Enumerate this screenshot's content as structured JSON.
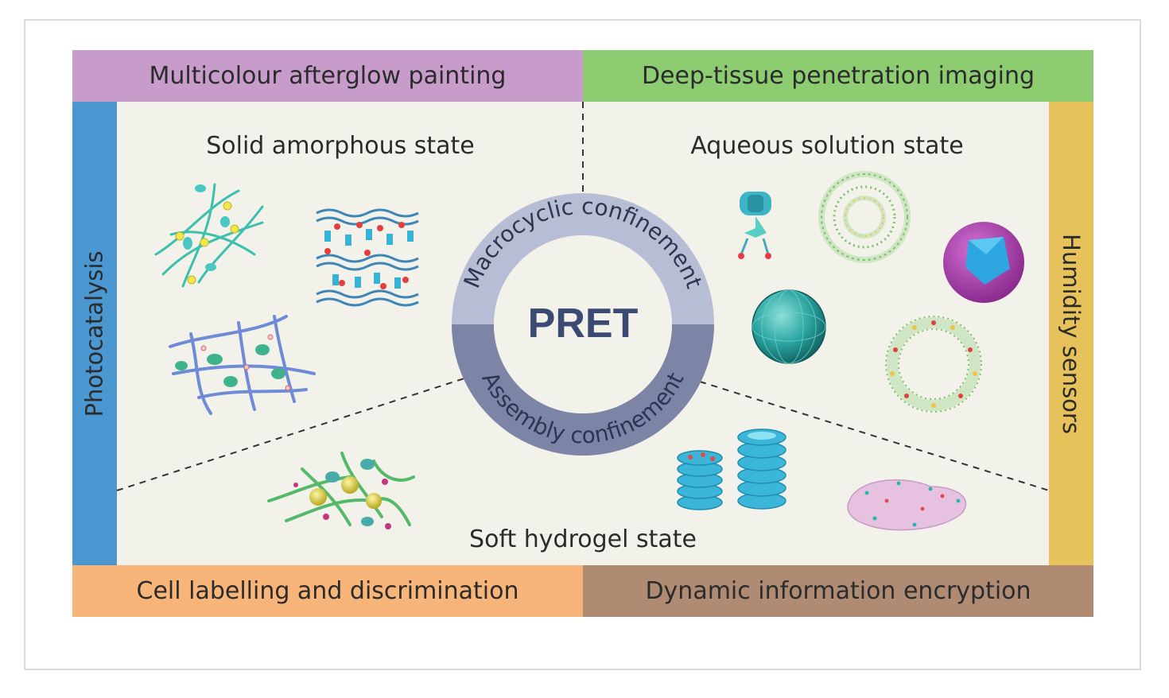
{
  "corners": {
    "top_left": "Multicolour afterglow painting",
    "top_right": "Deep-tissue penetration imaging",
    "bottom_left": "Cell labelling and discrimination",
    "bottom_right": "Dynamic information encryption",
    "left": "Photocatalysis",
    "right": "Humidity sensors"
  },
  "states": {
    "solid": "Solid amorphous state",
    "aqueous": "Aqueous solution state",
    "hydrogel": "Soft hydrogel state"
  },
  "center": {
    "title": "PRET",
    "ring_top": "Macrocyclic confinement",
    "ring_bottom": "Assembly confinement"
  },
  "colors": {
    "top_left_band": "#c79ccb",
    "top_right_band": "#8ecc72",
    "bottom_left_band": "#f8b57a",
    "bottom_right_band": "#b08b73",
    "left_band": "#4a97d2",
    "right_band": "#e7c25a",
    "panel_bg": "#f2f2ea",
    "ring_top": "#b7bdd4",
    "ring_bottom": "#7c85a6",
    "pret_text": "#3b4a72"
  }
}
